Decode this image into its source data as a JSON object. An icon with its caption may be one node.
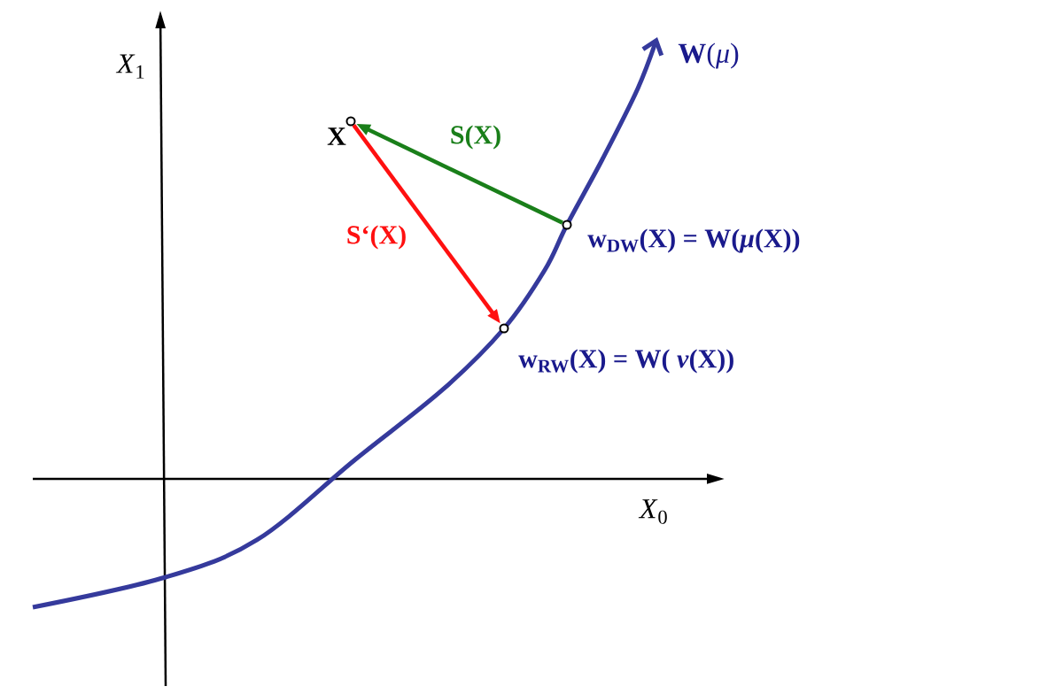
{
  "diagram": {
    "nodes": [
      {
        "text": [],
        "shape": "circle",
        "beside": [
          "X"
        ]
      },
      {
        "text": [],
        "shape": "circle",
        "beside": [
          "**w**$_{DW}$(**X**) = **W**(*μ*(**X**))"
        ]
      },
      {
        "text": [],
        "shape": "circle",
        "beside": [
          "**w**$_{RW}$(**X**) = **W**( *ν*(**X**))"
        ]
      }
    ],
    "edges": [
      {
        "from": 1,
        "to": 0,
        "arrow": "to",
        "label": "S(X)",
        "color": "#1a7f1a"
      },
      {
        "from": 0,
        "to": 2,
        "arrow": "to",
        "label": "S‘(X)",
        "color": "#ff1010"
      }
    ],
    "labels": [
      "*X*$_{1}$",
      "**W**(*μ*)",
      "*X*$_{0}$"
    ]
  }
}
